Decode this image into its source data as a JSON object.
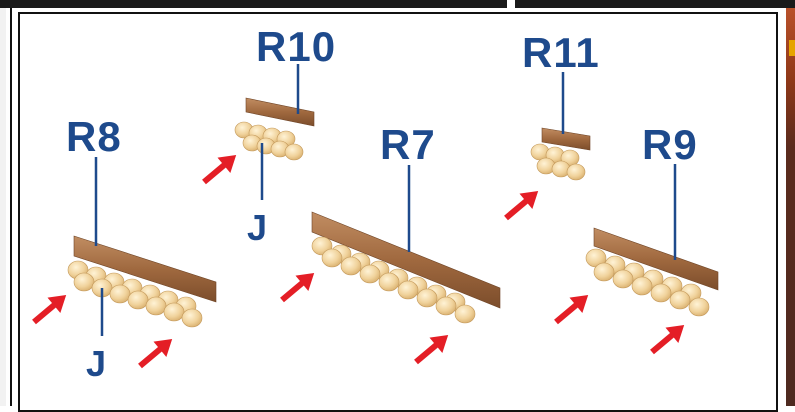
{
  "labels": {
    "r10": "R10",
    "r11": "R11",
    "r8": "R8",
    "r7": "R7",
    "r9": "R9",
    "j_top": "J",
    "j_bottom": "J"
  },
  "colors": {
    "label_blue": "#1e4a8c",
    "arrow_red": "#e41e26",
    "rail_brown": "#a5724a",
    "peg_cream": "#f1d5a0"
  }
}
